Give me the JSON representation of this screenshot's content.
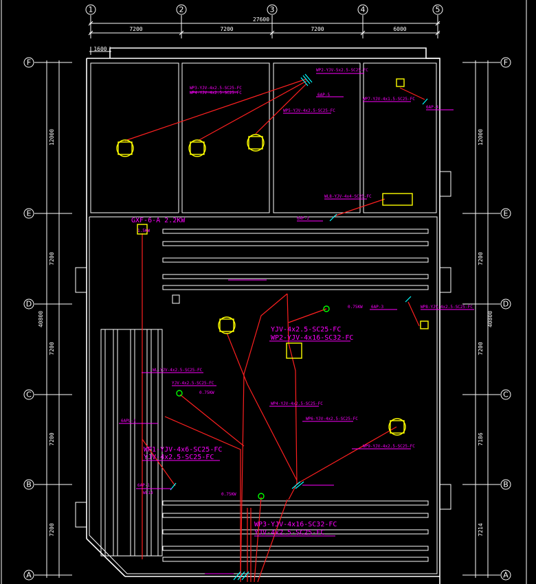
{
  "axes_top": [
    "1",
    "2",
    "3",
    "4",
    "5"
  ],
  "axes_side": [
    "F",
    "E",
    "D",
    "C",
    "B",
    "A"
  ],
  "dims_top": {
    "total": "27600",
    "spans": [
      "7200",
      "7200",
      "7200",
      "6000"
    ],
    "offset": "1600"
  },
  "dims_left": {
    "total": "40800",
    "spans": [
      "12000",
      "7200",
      "7200",
      "7200",
      "7200"
    ]
  },
  "dims_right": {
    "total": "40800",
    "spans": [
      "12000",
      "7200",
      "7200",
      "7186",
      "7214"
    ]
  },
  "labels": {
    "wp2_small": "WP2-YJV-5x2.5-SC25-FC",
    "wp3_small": "WP3-YJV-4x2.5-SC25-FC",
    "wp4_small": "WP4-YJV-4x2.5-SC25-FC",
    "wp5_small": "WP5-YJV-4x2.5-SC25-FC",
    "wp6_small": "WP6-YJV-4x2.5-SC25-FC",
    "wp7_small": "WP7-YJV-4x1.5-SC25-FC",
    "wp8_small": "WP8-YJV-4x2.5-SC25-FC",
    "wp9_small": "WP9-YJV-4x2.5-SC25-FC",
    "wl8_small": "WL8-YJV-4x4-SC25-FC",
    "wl_left": "WL-YJV-4x2.5-SC25-FC",
    "yjv_mid": "YJV-4x2.5-SC25-FC",
    "ap5": "6AP-5",
    "ap4": "6AP-4",
    "ap2": "6AP-2",
    "ap3": "6AP-3",
    "apl1": "6APL-1",
    "ap1": "6AP-1",
    "wl14": "WL14",
    "gxf": "GXF-6-A  2.2KW",
    "box1": "1.5KW",
    "motor1": "0.75KW",
    "motor2": "0.75KW",
    "motor3": "0.75KW",
    "big1a": "YJV-4x2.5-SC25-FC",
    "big1b": "WP2-YJV-4x16-SC32-FC",
    "big2a": "WP1-YJV-4x6-SC25-FC",
    "big2b": "YJV-4x2.5-SC25-FC",
    "big3a": "WP3-YJV-4x16-SC32-FC",
    "big3b": "YJV-4x2.5-SC25-FC"
  }
}
